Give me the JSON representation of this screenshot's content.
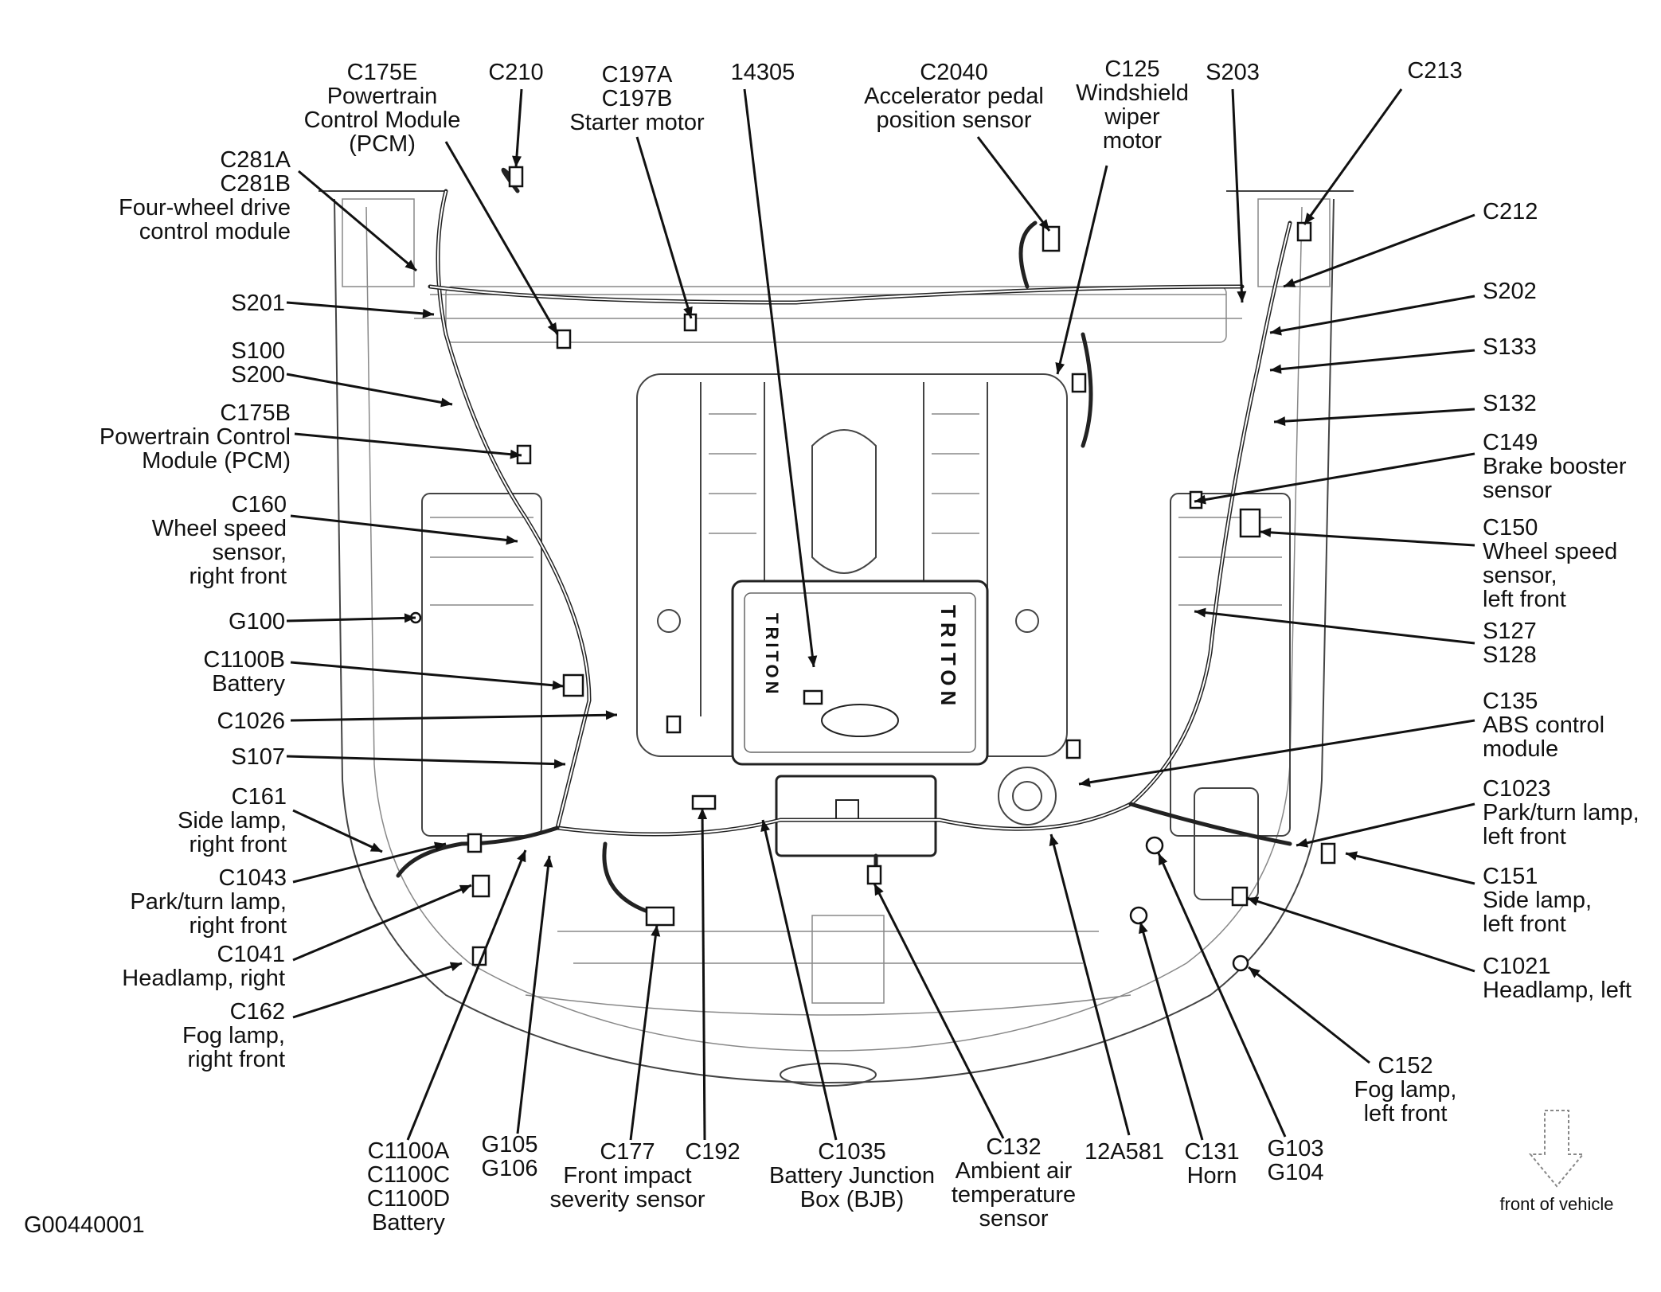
{
  "diagram": {
    "figure_id": "G00440001",
    "front_of_vehicle": "front of vehicle",
    "engine_cover_text": "TRITON",
    "callouts": [
      {
        "id": "c175e",
        "lines": [
          "C175E",
          "Powertrain",
          "Control Module",
          "(PCM)"
        ]
      },
      {
        "id": "c210",
        "lines": [
          "C210"
        ]
      },
      {
        "id": "c197",
        "lines": [
          "C197A",
          "C197B",
          "Starter motor"
        ]
      },
      {
        "id": "n14305",
        "lines": [
          "14305"
        ]
      },
      {
        "id": "c2040",
        "lines": [
          "C2040",
          "Accelerator pedal",
          "position sensor"
        ]
      },
      {
        "id": "c125",
        "lines": [
          "C125",
          "Windshield",
          "wiper",
          "motor"
        ]
      },
      {
        "id": "s203",
        "lines": [
          "S203"
        ]
      },
      {
        "id": "c213",
        "lines": [
          "C213"
        ]
      },
      {
        "id": "c281",
        "lines": [
          "C281A",
          "C281B",
          "Four-wheel drive",
          "control module"
        ]
      },
      {
        "id": "c212",
        "lines": [
          "C212"
        ]
      },
      {
        "id": "s201",
        "lines": [
          "S201"
        ]
      },
      {
        "id": "s202",
        "lines": [
          "S202"
        ]
      },
      {
        "id": "s100",
        "lines": [
          "S100",
          "S200"
        ]
      },
      {
        "id": "s133",
        "lines": [
          "S133"
        ]
      },
      {
        "id": "c175b",
        "lines": [
          "C175B",
          "Powertrain Control",
          "Module (PCM)"
        ]
      },
      {
        "id": "s132",
        "lines": [
          "S132"
        ]
      },
      {
        "id": "c149",
        "lines": [
          "C149",
          "Brake booster",
          "sensor"
        ]
      },
      {
        "id": "c160",
        "lines": [
          "C160",
          "Wheel speed",
          "sensor,",
          "right front"
        ]
      },
      {
        "id": "c150",
        "lines": [
          "C150",
          "Wheel speed",
          "sensor,",
          "left front"
        ]
      },
      {
        "id": "g100",
        "lines": [
          "G100"
        ]
      },
      {
        "id": "s127",
        "lines": [
          "S127",
          "S128"
        ]
      },
      {
        "id": "c1100b",
        "lines": [
          "C1100B",
          "Battery"
        ]
      },
      {
        "id": "c135",
        "lines": [
          "C135",
          "ABS control",
          "module"
        ]
      },
      {
        "id": "c1026",
        "lines": [
          "C1026"
        ]
      },
      {
        "id": "s107",
        "lines": [
          "S107"
        ]
      },
      {
        "id": "c1023",
        "lines": [
          "C1023",
          "Park/turn lamp,",
          "left front"
        ]
      },
      {
        "id": "c161",
        "lines": [
          "C161",
          "Side lamp,",
          "right front"
        ]
      },
      {
        "id": "c151",
        "lines": [
          "C151",
          "Side lamp,",
          "left front"
        ]
      },
      {
        "id": "c1043",
        "lines": [
          "C1043",
          "Park/turn lamp,",
          "right front"
        ]
      },
      {
        "id": "c1021",
        "lines": [
          "C1021",
          "Headlamp, left"
        ]
      },
      {
        "id": "c1041",
        "lines": [
          "C1041",
          "Headlamp, right"
        ]
      },
      {
        "id": "c162",
        "lines": [
          "C162",
          "Fog lamp,",
          "right front"
        ]
      },
      {
        "id": "c152",
        "lines": [
          "C152",
          "Fog lamp,",
          "left front"
        ]
      },
      {
        "id": "c1100a",
        "lines": [
          "C1100A",
          "C1100C",
          "C1100D",
          "Battery"
        ]
      },
      {
        "id": "g105",
        "lines": [
          "G105",
          "G106"
        ]
      },
      {
        "id": "c177",
        "lines": [
          "C177",
          "Front impact",
          "severity sensor"
        ]
      },
      {
        "id": "c192",
        "lines": [
          "C192"
        ]
      },
      {
        "id": "c1035",
        "lines": [
          "C1035",
          "Battery Junction",
          "Box (BJB)"
        ]
      },
      {
        "id": "c132",
        "lines": [
          "C132",
          "Ambient air",
          "temperature",
          "sensor"
        ]
      },
      {
        "id": "n12a581",
        "lines": [
          "12A581"
        ]
      },
      {
        "id": "c131",
        "lines": [
          "C131",
          "Horn"
        ]
      },
      {
        "id": "g103",
        "lines": [
          "G103",
          "G104"
        ]
      }
    ]
  }
}
